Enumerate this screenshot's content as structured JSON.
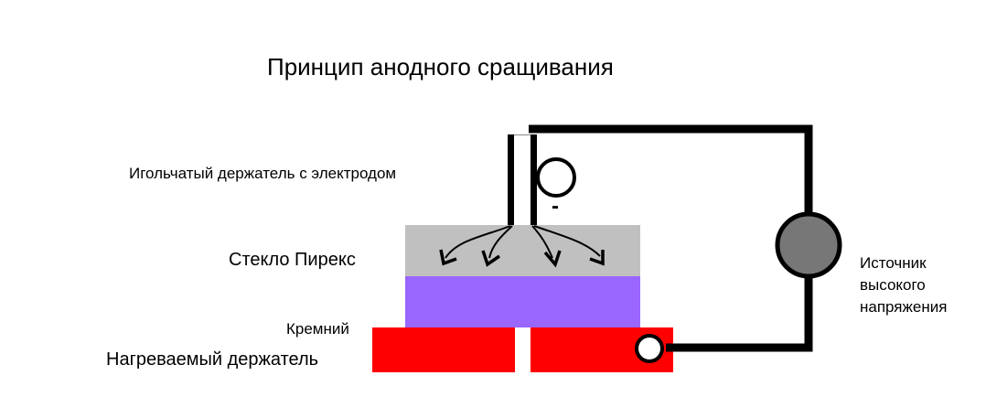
{
  "title": "Принцип анодного сращивания",
  "labels": {
    "needle_holder": "Игольчатый держатель с электродом",
    "pyrex_glass": "Стекло Пирекс",
    "silicon": "Кремний",
    "heated_holder": "Нагреваемый держатель",
    "source_line1": "Источник",
    "source_line2": "высокого",
    "source_line3": "напряжения",
    "minus_sign": "-"
  },
  "colors": {
    "glass": "#c0c0c0",
    "silicon": "#9966ff",
    "heater": "#ff0000",
    "source": "#777777",
    "wire": "#000000"
  }
}
